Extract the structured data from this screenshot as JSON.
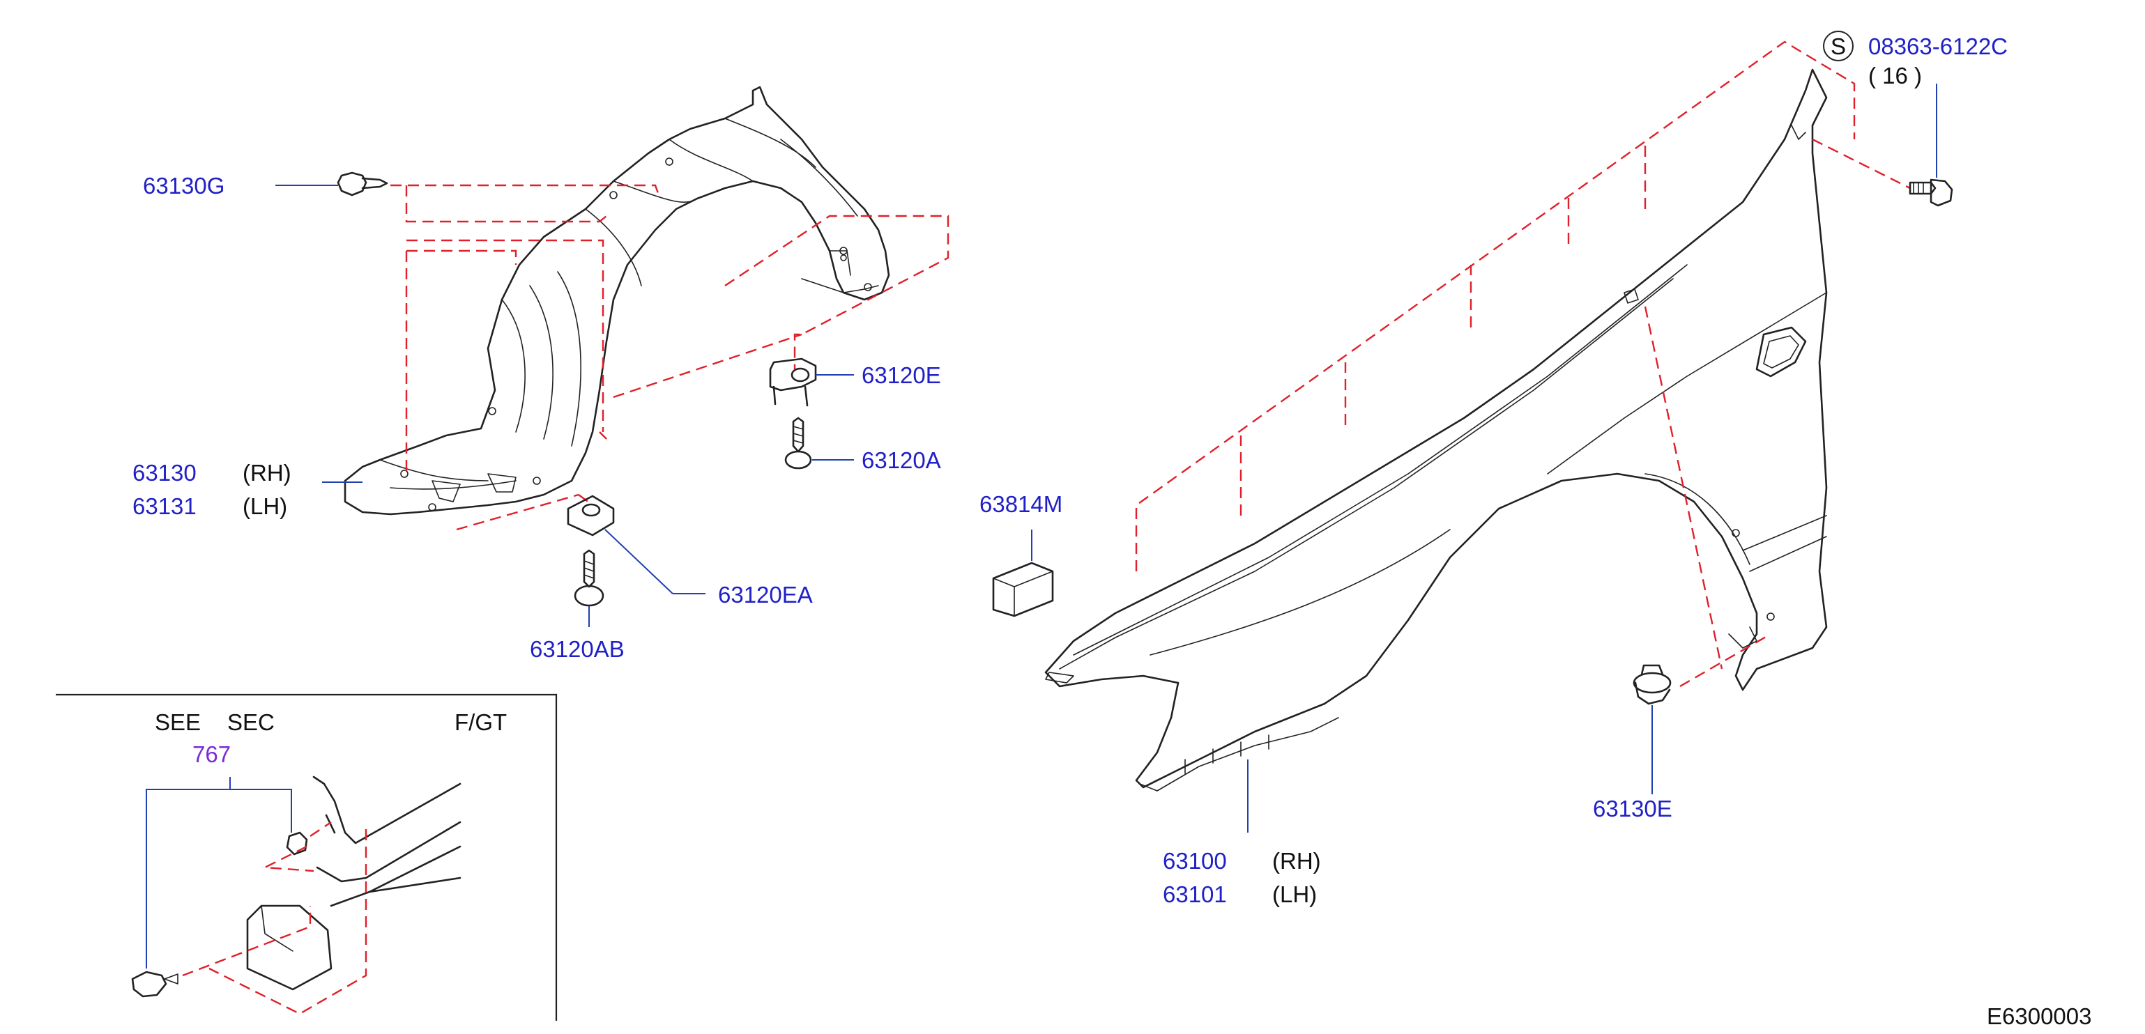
{
  "diagram_id": "E6300003",
  "colors": {
    "part_number": "#2020c8",
    "text": "#111111",
    "section_ref": "#7a2bd8",
    "phantom_line": "#e0202a",
    "leader_line": "#2040b0"
  },
  "callouts": {
    "c63130g": "63130G",
    "c63120e": "63120E",
    "c63120a": "63120A",
    "c63130": "63130",
    "c63130_side": "(RH)",
    "c63131": "63131",
    "c63131_side": "(LH)",
    "c63120ea": "63120EA",
    "c63120ab": "63120AB",
    "c63814m": "63814M",
    "c63100": "63100",
    "c63100_side": "(RH)",
    "c63101": "63101",
    "c63101_side": "(LH)",
    "c63130e": "63130E",
    "s_symbol": "S",
    "c08363": "08363-6122C",
    "c08363_qty": "( 16 )"
  },
  "inset": {
    "see": "SEE",
    "sec": "SEC",
    "section_number": "767",
    "variant": "F/GT"
  }
}
